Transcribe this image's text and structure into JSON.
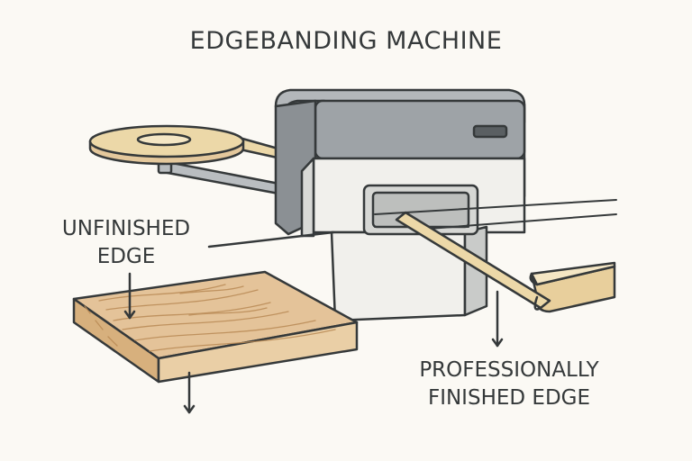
{
  "title": "EDGEBANDING MACHINE",
  "labels": {
    "unfinished": [
      "UNFINISHED",
      "EDGE"
    ],
    "finished": [
      "PROFESSIONALLY",
      "FINISHED EDGE"
    ]
  },
  "colors": {
    "background": "#fbf9f4",
    "machine_body": "#9ea3a7",
    "machine_front": "#f1f0ec",
    "wood": "#e4c399",
    "edge_band": "#ecd8a8",
    "outline": "#35393a"
  },
  "icons": [
    "tape-reel-icon",
    "arrow-down-icon"
  ]
}
